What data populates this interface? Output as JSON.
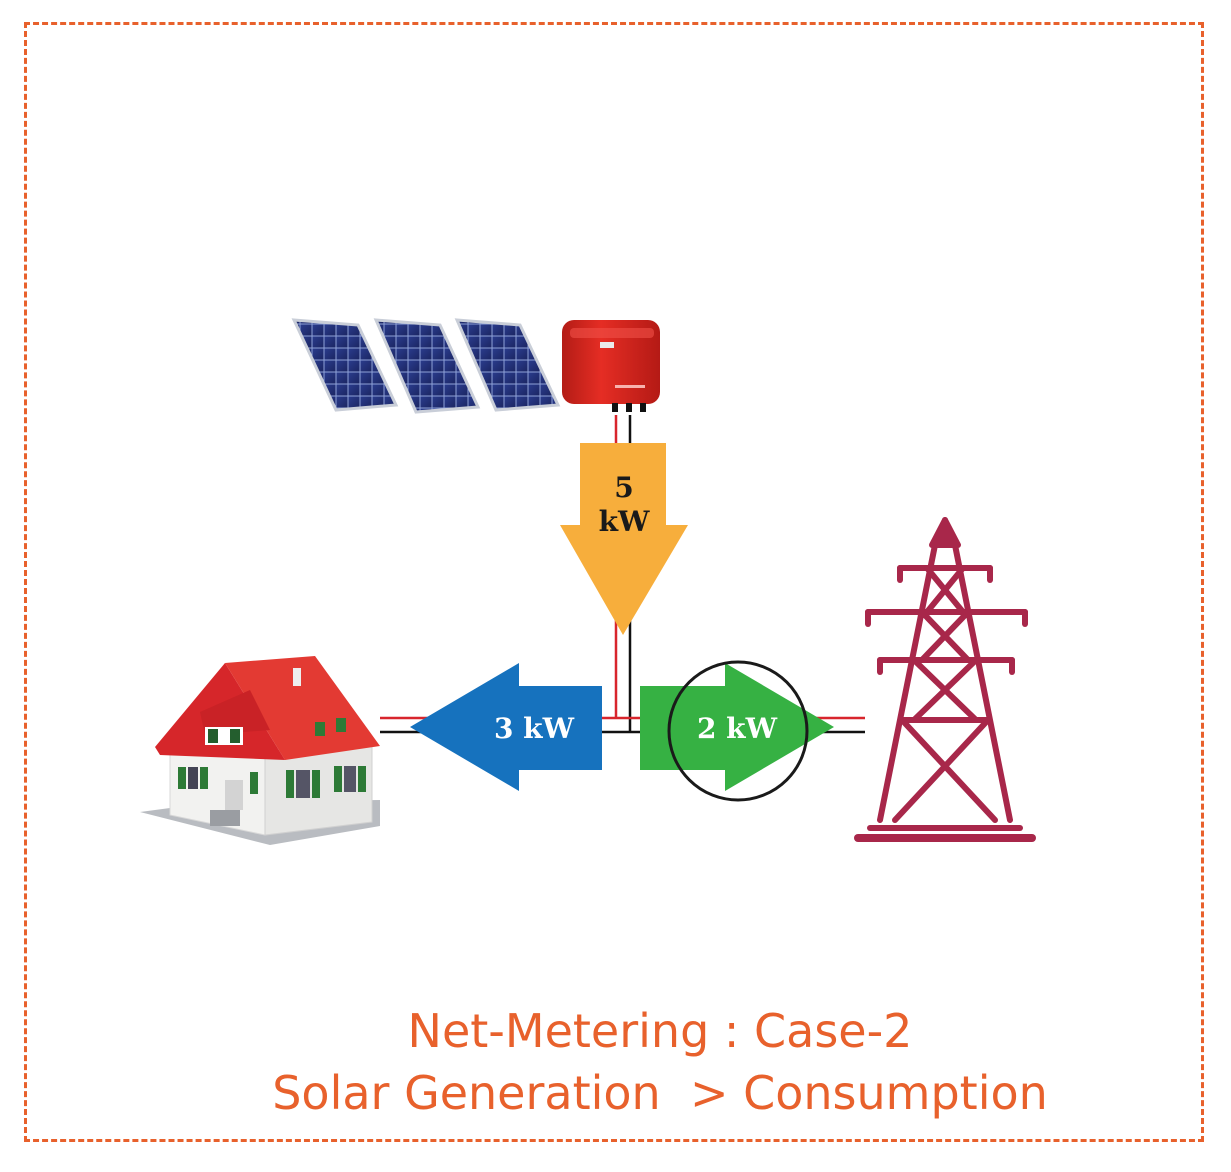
{
  "flows": {
    "solar": {
      "label_line1": "5",
      "label_line2": "kW",
      "color": "#f7ae3c"
    },
    "home": {
      "label": "3 kW",
      "color": "#1672be"
    },
    "grid": {
      "label": "2 kW",
      "color": "#36b143"
    }
  },
  "caption": {
    "line1": "Net-Metering : Case-2",
    "line2": "Solar Generation  > Consumption"
  },
  "colors": {
    "frame": "#e8612c",
    "caption": "#e8612c",
    "tower": "#a8274a",
    "wire_live": "#d8252c",
    "wire_neutral": "#111111",
    "inverter": "#d9261f",
    "house_roof": "#d6262a"
  },
  "icons": [
    "solar-panel-icon",
    "inverter-icon",
    "house-icon",
    "transmission-tower-icon"
  ]
}
